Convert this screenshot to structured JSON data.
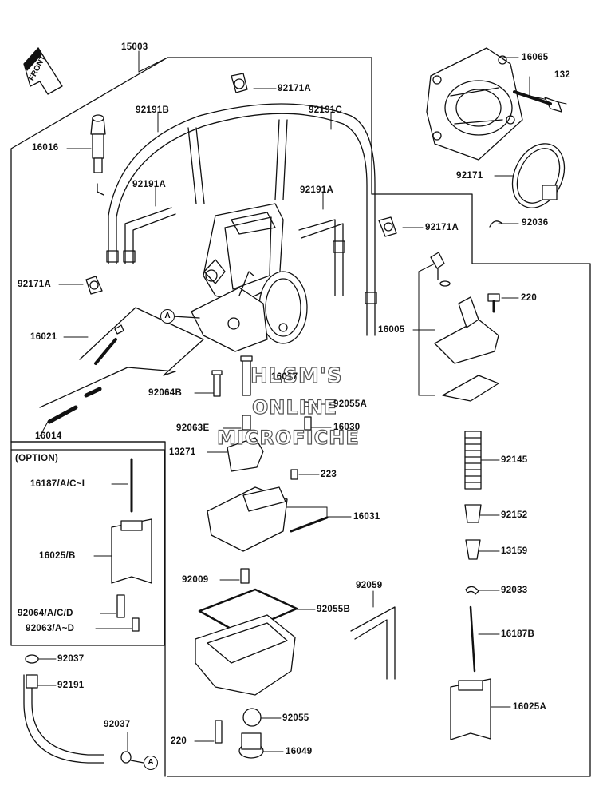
{
  "front_label": "FRONT",
  "option_label": "(OPTION)",
  "watermark": {
    "line1": "HLSM'S",
    "line2": "ONLINE",
    "line3": "MICROFICHE"
  },
  "callout_letter": "A",
  "labels": {
    "p15003": "15003",
    "p16065": "16065",
    "p92171A_top": "92171A",
    "p132": "132",
    "p92191B": "92191B",
    "p92191C": "92191C",
    "p16016": "16016",
    "p92171": "92171",
    "p92191A_left": "92191A",
    "p92191A_right": "92191A",
    "p92036": "92036",
    "p92171A_right": "92171A",
    "p92171A_left": "92171A",
    "p220_top": "220",
    "p16021": "16021",
    "p16005": "16005",
    "p16017": "16017",
    "p92064B": "92064B",
    "p92055A": "92055A",
    "p16014": "16014",
    "p92063E": "92063E",
    "p16030": "16030",
    "p13271": "13271",
    "p223": "223",
    "p92145": "92145",
    "p16187AC": "16187/A/C~I",
    "p16031": "16031",
    "p92152": "92152",
    "p16025B": "16025/B",
    "p13159": "13159",
    "p92009": "92009",
    "p92059": "92059",
    "p92033": "92033",
    "p92064ACD": "92064/A/C/D",
    "p92055B": "92055B",
    "p92063AD": "92063/A~D",
    "p16187B": "16187B",
    "p92037_top": "92037",
    "p92191": "92191",
    "p16025A": "16025A",
    "p92055": "92055",
    "p92037_bot": "92037",
    "p220_bot": "220",
    "p16049": "16049"
  }
}
